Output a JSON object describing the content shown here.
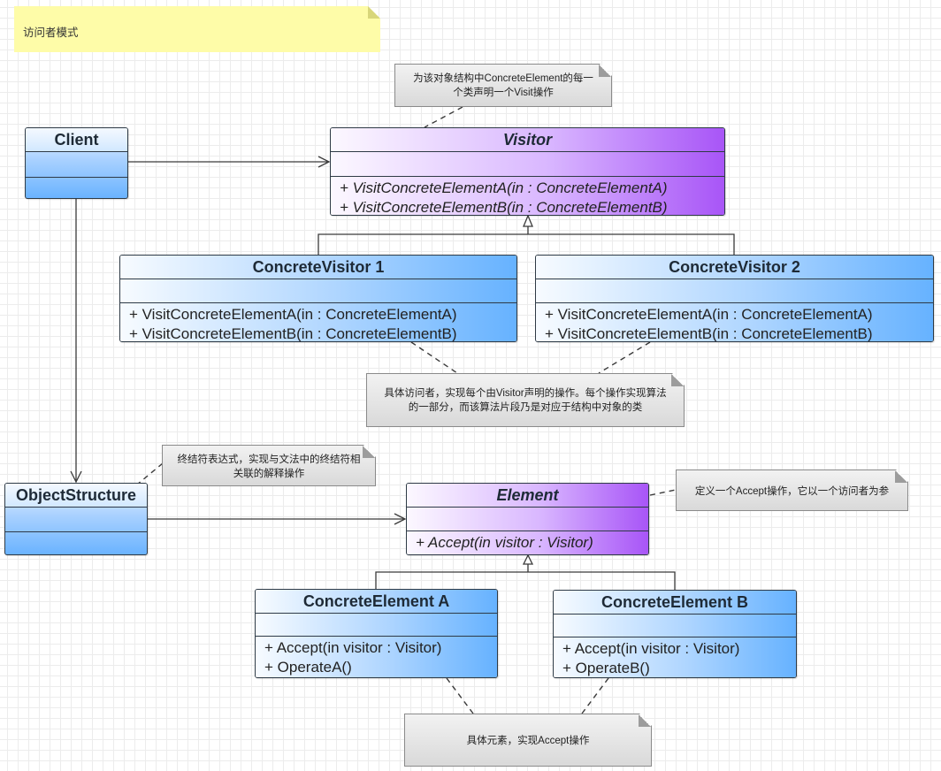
{
  "title_note": "访问者模式",
  "classes": {
    "client": {
      "name": "Client"
    },
    "visitor": {
      "name": "Visitor",
      "ops": [
        "+ VisitConcreteElementA(in : ConcreteElementA)",
        "+ VisitConcreteElementB(in : ConcreteElementB)"
      ]
    },
    "concrete_visitor_1": {
      "name": "ConcreteVisitor 1",
      "ops": [
        "+ VisitConcreteElementA(in : ConcreteElementA)",
        "+ VisitConcreteElementB(in : ConcreteElementB)"
      ]
    },
    "concrete_visitor_2": {
      "name": "ConcreteVisitor 2",
      "ops": [
        "+ VisitConcreteElementA(in : ConcreteElementA)",
        "+ VisitConcreteElementB(in : ConcreteElementB)"
      ]
    },
    "object_structure": {
      "name": "ObjectStructure"
    },
    "element": {
      "name": "Element",
      "ops": [
        "+ Accept(in visitor : Visitor)"
      ]
    },
    "concrete_element_a": {
      "name": "ConcreteElement A",
      "ops": [
        "+ Accept(in visitor : Visitor)",
        "+ OperateA()"
      ]
    },
    "concrete_element_b": {
      "name": "ConcreteElement B",
      "ops": [
        "+ Accept(in visitor : Visitor)",
        "+ OperateB()"
      ]
    }
  },
  "notes": {
    "visitor_note": [
      "为该对象结构中ConcreteElement的每一",
      "个类声明一个Visit操作"
    ],
    "concrete_visitor_note": [
      "具体访问者，实现每个由Visitor声明的操作。每个操作实现算法",
      "的一部分，而该算法片段乃是对应于结构中对象的类"
    ],
    "terminal_note": [
      "终结符表达式，实现与文法中的终结符相",
      "关联的解释操作"
    ],
    "element_note": [
      "定义一个Accept操作，它以一个访问者为参"
    ],
    "concrete_element_note": [
      "具体元素，实现Accept操作"
    ]
  },
  "colors": {
    "line": "#2e3a45",
    "blue_class": "#66b2ff",
    "purple_class": "#a855f7",
    "yellow_note": "#fefca8",
    "gray_note": "#d9d9d9"
  }
}
